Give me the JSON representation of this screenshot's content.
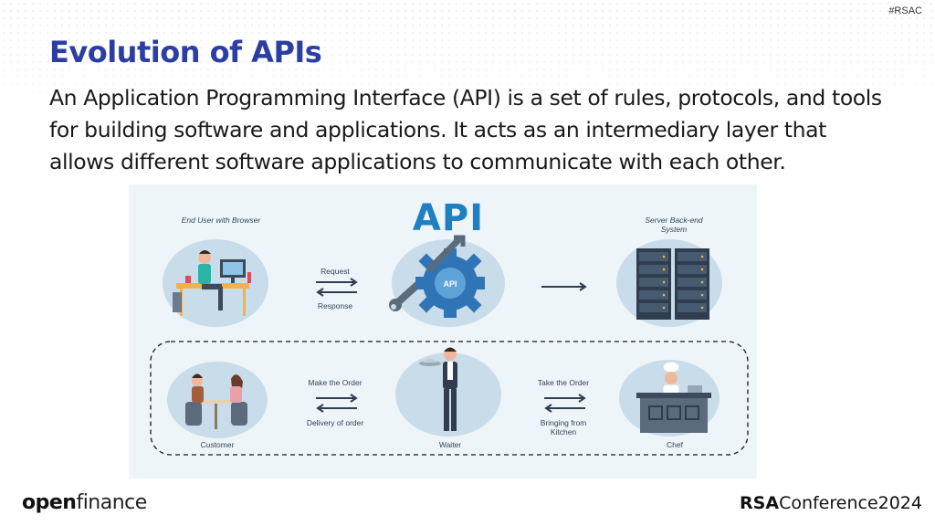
{
  "header": {
    "tag": "#RSAC"
  },
  "slide": {
    "title": "Evolution of APIs",
    "body": "An Application Programming Interface (API) is a set of rules, protocols, and tools for building software and applications. It acts as an intermediary layer that allows different software applications to communicate with each other."
  },
  "figure": {
    "heading": "API",
    "gear_label": "API",
    "top_row": {
      "left_label": "End User with Browser",
      "request_label": "Request",
      "response_label": "Response",
      "right_label": "Server Back-end System"
    },
    "bottom_row": {
      "make_order_label": "Make the Order",
      "delivery_label": "Delivery of order",
      "take_order_label": "Take the Order",
      "bringing_label": "Bringing from Kitchen",
      "customer_label": "Customer",
      "waiter_label": "Waiter",
      "chef_label": "Chef"
    }
  },
  "footer": {
    "left_logo_bold": "open",
    "left_logo_light": "finance",
    "right_logo_bold": "RSA",
    "right_logo_light": "Conference2024"
  },
  "colors": {
    "title": "#2c3ea3",
    "api_blue": "#1f7fc0",
    "gear_blue": "#2f74b5",
    "server_dark": "#2f3d4f",
    "bubble": "#c9dcea",
    "figure_bg": "#eef5f9"
  }
}
